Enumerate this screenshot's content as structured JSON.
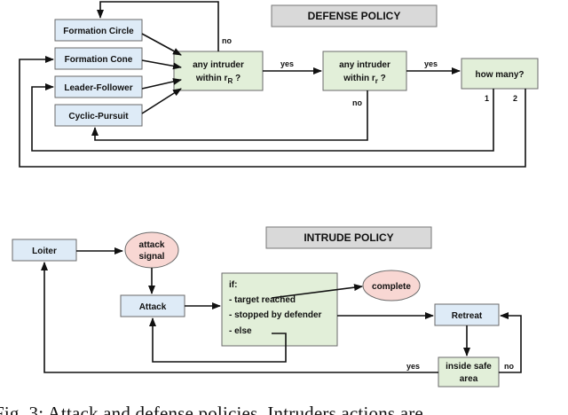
{
  "defense": {
    "title": "DEFENSE POLICY",
    "formation_circle": "Formation Circle",
    "formation_cone": "Formation Cone",
    "leader_follower": "Leader-Follower",
    "cyclic_pursuit": "Cyclic-Pursuit",
    "within_rR": {
      "line1": "any intruder",
      "line2": "within r",
      "sub": "R",
      "suffix": " ?"
    },
    "within_rr": {
      "line1": "any intruder",
      "line2": "within r",
      "sub": "r",
      "suffix": " ?"
    },
    "how_many": "how many?",
    "label_no_top": "no",
    "label_yes_1": "yes",
    "label_yes_2": "yes",
    "label_no_mid": "no",
    "label_1": "1",
    "label_2": "2"
  },
  "intrude": {
    "title": "INTRUDE POLICY",
    "loiter": "Loiter",
    "attack_signal": {
      "line1": "attack",
      "line2": "signal"
    },
    "attack": "Attack",
    "if_box": {
      "line1": "if:",
      "line2": "- target reached",
      "line3": "- stopped by defender",
      "line4": "- else"
    },
    "complete": "complete",
    "retreat": "Retreat",
    "inside_safe_area": {
      "line1": "inside safe",
      "line2": "area"
    },
    "label_yes": "yes",
    "label_no": "no"
  },
  "caption": "Fig. 3: Attack and defense policies. Intruders actions are"
}
